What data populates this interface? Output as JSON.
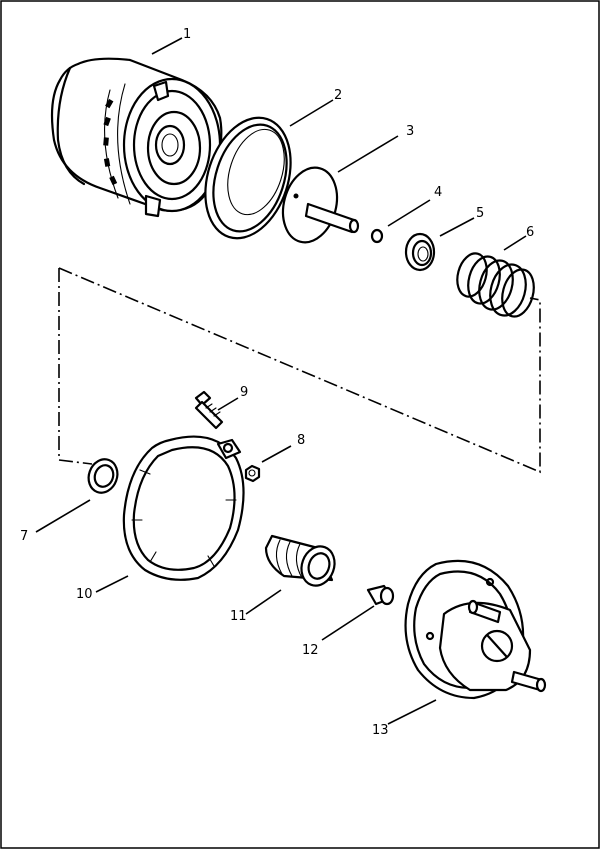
{
  "callouts": [
    {
      "id": "1",
      "text": "1"
    },
    {
      "id": "2",
      "text": "2"
    },
    {
      "id": "3",
      "text": "3"
    },
    {
      "id": "4",
      "text": "4"
    },
    {
      "id": "5",
      "text": "5"
    },
    {
      "id": "6",
      "text": "6"
    },
    {
      "id": "7",
      "text": "7"
    },
    {
      "id": "8",
      "text": "8"
    },
    {
      "id": "9",
      "text": "9"
    },
    {
      "id": "10",
      "text": "10"
    },
    {
      "id": "11",
      "text": "11"
    },
    {
      "id": "12",
      "text": "12"
    },
    {
      "id": "13",
      "text": "13"
    }
  ]
}
